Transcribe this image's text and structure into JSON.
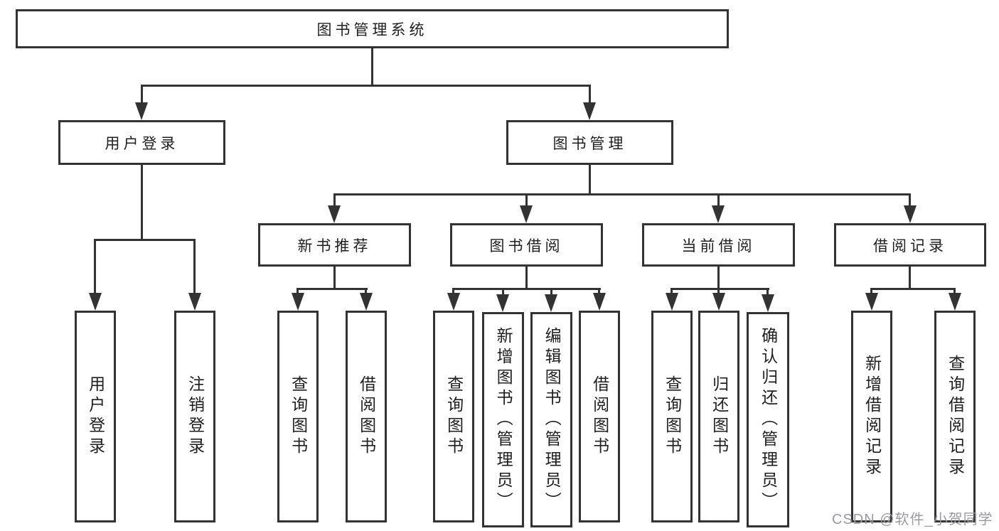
{
  "diagram": {
    "type": "hierarchy-tree",
    "title": "图书管理系统",
    "line_color": "#333333",
    "text_color": "#1f1f1f",
    "background_color": "#ffffff",
    "branches": [
      {
        "label": "用户登录",
        "children": [
          {
            "label": "用户登录"
          },
          {
            "label": "注销登录"
          }
        ]
      },
      {
        "label": "图书管理",
        "children": [
          {
            "label": "新书推荐",
            "children": [
              {
                "label": "查询图书"
              },
              {
                "label": "借阅图书"
              }
            ]
          },
          {
            "label": "图书借阅",
            "children": [
              {
                "label": "查询图书"
              },
              {
                "label": "新增图书（管理员）"
              },
              {
                "label": "编辑图书（管理员）"
              },
              {
                "label": "借阅图书"
              }
            ]
          },
          {
            "label": "当前借阅",
            "children": [
              {
                "label": "查询图书"
              },
              {
                "label": "归还图书"
              },
              {
                "label": "确认归还（管理员）"
              }
            ]
          },
          {
            "label": "借阅记录",
            "children": [
              {
                "label": "新增借阅记录"
              },
              {
                "label": "查询借阅记录"
              }
            ]
          }
        ]
      }
    ]
  },
  "watermark": {
    "text": "CSDN @软件_小贺同学",
    "color": "#9a9aa0"
  }
}
